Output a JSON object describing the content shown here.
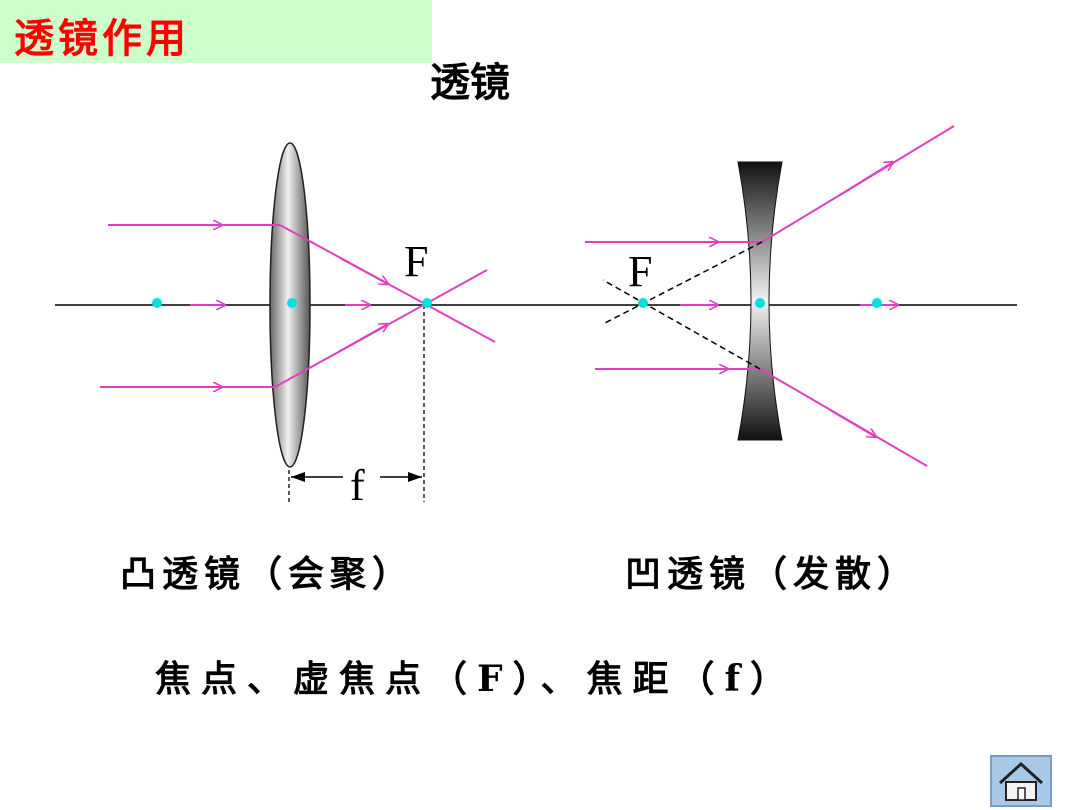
{
  "header": {
    "title": "透镜作用",
    "heading": "透镜"
  },
  "diagram": {
    "convex": {
      "focus_label": "F",
      "focal_length_label": "f",
      "caption": "凸透镜（会聚）"
    },
    "concave": {
      "focus_label": "F",
      "caption": "凹透镜（发散）"
    },
    "footer_text": "焦点、虚焦点（F）、焦距（f）",
    "colors": {
      "ray": "#e040c0",
      "point": "#00e0e0",
      "title": "#ff0000",
      "title_bg": "#ccffcc"
    }
  },
  "nav": {
    "home_icon": "home-icon"
  }
}
